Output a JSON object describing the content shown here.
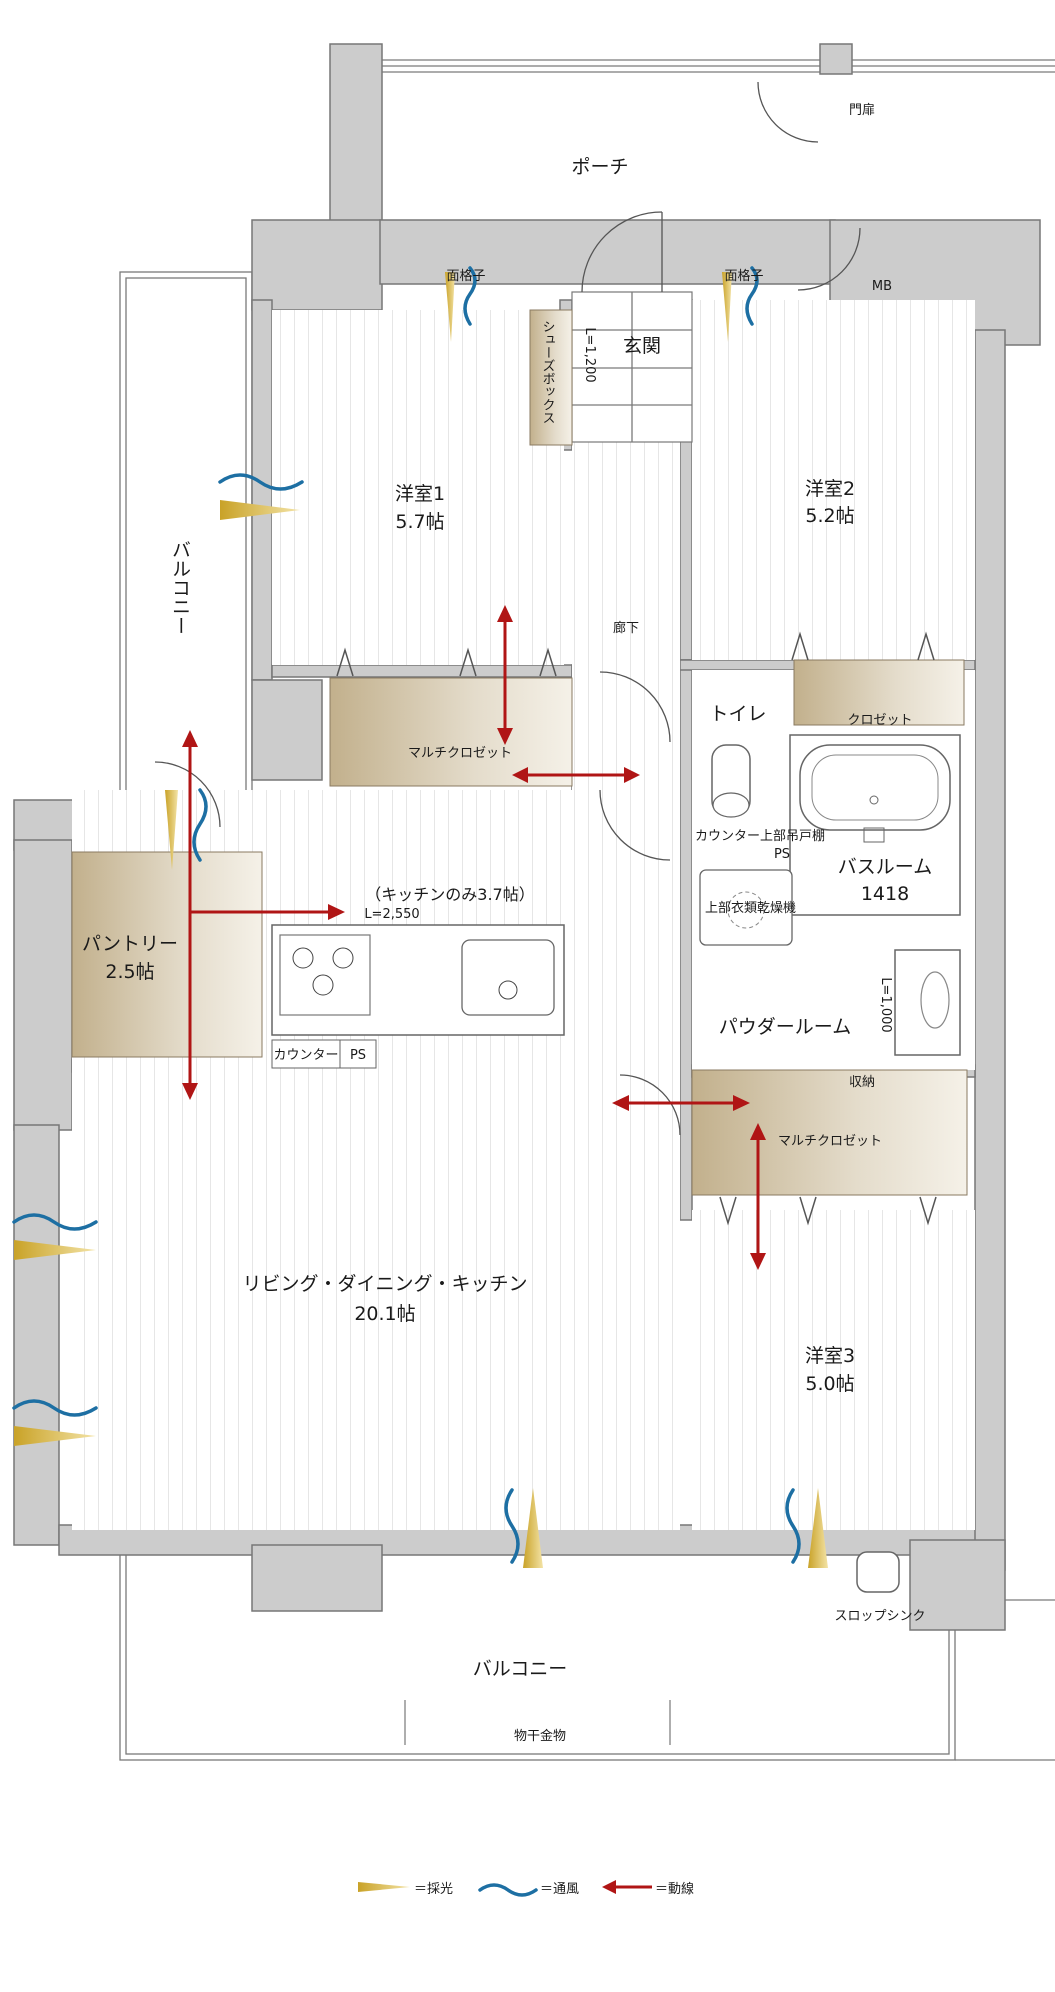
{
  "rooms": {
    "porch": "ポーチ",
    "gate_door": "門扉",
    "mb": "MB",
    "grille_left": "面格子",
    "grille_right": "面格子",
    "entrance": "玄関",
    "shoebox": "シューズボックス",
    "shoebox_dim": "L=1,200",
    "western1_name": "洋室1",
    "western1_size": "5.7帖",
    "western2_name": "洋室2",
    "western2_size": "5.2帖",
    "balcony_side": "バルコニー",
    "hallway": "廊下",
    "toilet": "トイレ",
    "closet": "クロゼット",
    "multi_closet_top": "マルチクロゼット",
    "counter_upper_shelf": "カウンター上部吊戸棚",
    "ps_toilet": "PS",
    "bathroom_name": "バスルーム",
    "bathroom_size": "1418",
    "dryer": "上部衣類乾燥機",
    "kitchen_only": "（キッチンのみ3.7帖）",
    "pantry_name": "パントリー",
    "pantry_size": "2.5帖",
    "kitchen_dim": "L=2,550",
    "counter": "カウンター",
    "ps_kitchen": "PS",
    "vanity_dim": "L=1,000",
    "powder_room": "パウダールーム",
    "storage": "収納",
    "multi_closet_bottom": "マルチクロゼット",
    "ldk_name": "リビング・ダイニング・キッチン",
    "ldk_size": "20.1帖",
    "western3_name": "洋室3",
    "western3_size": "5.0帖",
    "slop_sink": "スロップシンク",
    "balcony_main": "バルコニー",
    "clothes_hanger": "物干金物"
  },
  "legend": {
    "light": "＝採光",
    "wind": "＝通風",
    "flow": "＝動線"
  },
  "colors": {
    "wall": "#cccccc",
    "closet": "#c8b795",
    "flow_arrow": "#b01515",
    "wind": "#1d6fa3",
    "light": "#c9a227"
  }
}
